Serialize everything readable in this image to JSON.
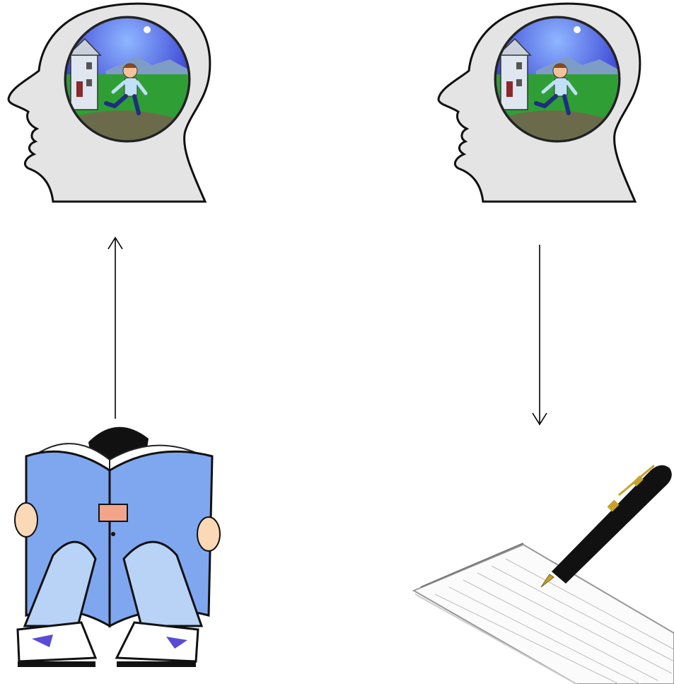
{
  "diagram": {
    "nodes": [
      {
        "id": "imagining-head-left",
        "icon": "head-with-imagined-scene-icon"
      },
      {
        "id": "imagining-head-right",
        "icon": "head-with-imagined-scene-icon"
      },
      {
        "id": "reading-child",
        "icon": "child-reading-book-icon"
      },
      {
        "id": "writing-notepad",
        "icon": "notepad-with-fountain-pen-icon"
      }
    ],
    "edges": [
      {
        "from": "reading-child",
        "to": "imagining-head-left",
        "direction": "up"
      },
      {
        "from": "imagining-head-right",
        "to": "writing-notepad",
        "direction": "down"
      }
    ],
    "colors": {
      "head_fill": "#e6e6e6",
      "sky": "#2b2bd0",
      "grass": "#2fa32f",
      "book_blue": "#7fa7f0",
      "pen_black": "#111111",
      "pen_gold": "#c9a227"
    }
  }
}
